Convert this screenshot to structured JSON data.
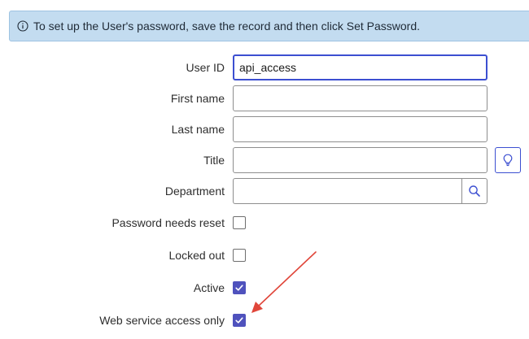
{
  "banner": {
    "icon": "info-circle-icon",
    "text": "To set up the User's password, save the record and then click Set Password."
  },
  "form": {
    "user_id": {
      "label": "User ID",
      "value": "api_access"
    },
    "first_name": {
      "label": "First name",
      "value": ""
    },
    "last_name": {
      "label": "Last name",
      "value": ""
    },
    "title": {
      "label": "Title",
      "value": "",
      "suggestion_icon": "lightbulb-icon"
    },
    "department": {
      "label": "Department",
      "value": "",
      "lookup_icon": "search-icon"
    },
    "password_needs_reset": {
      "label": "Password needs reset",
      "checked": false
    },
    "locked_out": {
      "label": "Locked out",
      "checked": false
    },
    "active": {
      "label": "Active",
      "checked": true
    },
    "web_service_access_only": {
      "label": "Web service access only",
      "checked": true
    }
  },
  "colors": {
    "banner_bg": "#c3dcf0",
    "focus_border": "#3c4fd1",
    "checkbox_checked": "#4f52bd",
    "annotation_arrow": "#e0463a"
  }
}
